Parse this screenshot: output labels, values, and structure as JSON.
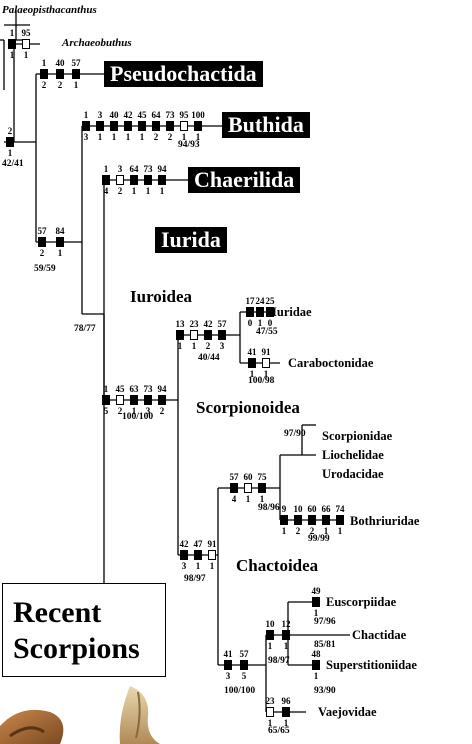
{
  "taxa": {
    "palaeopisthacanthus": "Palaeopisthacanthus",
    "archaeobuthus": "Archaeobuthus",
    "pseudochactida": "Pseudochactida",
    "buthida": "Buthida",
    "chaerilida": "Chaerilida",
    "iurida": "Iurida",
    "iuroidea": "Iuroidea",
    "iuridae": "Iuridae",
    "caraboctonidae": "Caraboctonidae",
    "scorpionoidea": "Scorpionoidea",
    "scorpionidae": "Scorpionidae",
    "liochelidae": "Liochelidae",
    "urodacidae": "Urodacidae",
    "bothriuridae": "Bothriuridae",
    "chactoidea": "Chactoidea",
    "euscorpiidae": "Euscorpiidae",
    "chactidae": "Chactidae",
    "superstitioniidae": "Superstitioniidae",
    "vaejovidae": "Vaejovidae"
  },
  "title": {
    "line1": "Recent",
    "line2": "Scorpions"
  },
  "support_values": [
    {
      "id": "s-42-41",
      "text": "42/41"
    },
    {
      "id": "s-94-93",
      "text": "94/93"
    },
    {
      "id": "s-59-59",
      "text": "59/59"
    },
    {
      "id": "s-78-77",
      "text": "78/77"
    },
    {
      "id": "s-47-55",
      "text": "47/55"
    },
    {
      "id": "s-40-44",
      "text": "40/44"
    },
    {
      "id": "s-100-98",
      "text": "100/98"
    },
    {
      "id": "s-100-100a",
      "text": "100/100"
    },
    {
      "id": "s-97-90",
      "text": "97/90"
    },
    {
      "id": "s-98-96",
      "text": "98/96"
    },
    {
      "id": "s-99-99",
      "text": "99/99"
    },
    {
      "id": "s-98-97a",
      "text": "98/97"
    },
    {
      "id": "s-97-96",
      "text": "97/96"
    },
    {
      "id": "s-85-81",
      "text": "85/81"
    },
    {
      "id": "s-98-97b",
      "text": "98/97"
    },
    {
      "id": "s-93-90",
      "text": "93/90"
    },
    {
      "id": "s-100-100b",
      "text": "100/100"
    },
    {
      "id": "s-65-65",
      "text": "65/65"
    }
  ],
  "character_groups": [
    {
      "id": "archaeobuthus",
      "chars": [
        "1",
        "95"
      ],
      "states": [
        "1",
        "1"
      ],
      "filled": [
        true,
        false
      ]
    },
    {
      "id": "pseudochactida",
      "chars": [
        "1",
        "40",
        "57"
      ],
      "states": [
        "2",
        "2",
        "1"
      ],
      "filled": [
        true,
        true,
        true
      ]
    },
    {
      "id": "node-2",
      "chars": [
        "2"
      ],
      "states": [
        "1"
      ],
      "filled": [
        true
      ]
    },
    {
      "id": "buthida",
      "chars": [
        "1",
        "3",
        "40",
        "42",
        "45",
        "64",
        "73",
        "95",
        "100"
      ],
      "states": [
        "3",
        "1",
        "1",
        "1",
        "1",
        "2",
        "2",
        "1",
        "1"
      ],
      "filled": [
        true,
        true,
        true,
        true,
        true,
        true,
        true,
        false,
        true
      ]
    },
    {
      "id": "chaerilida",
      "chars": [
        "1",
        "3",
        "64",
        "73",
        "94"
      ],
      "states": [
        "4",
        "2",
        "1",
        "1",
        "1"
      ],
      "filled": [
        true,
        false,
        true,
        true,
        true
      ]
    },
    {
      "id": "node-57-84",
      "chars": [
        "57",
        "84"
      ],
      "states": [
        "2",
        "1"
      ],
      "filled": [
        true,
        true
      ]
    },
    {
      "id": "iuridae",
      "chars": [
        "17",
        "24",
        "25"
      ],
      "states": [
        "0",
        "1",
        "0"
      ],
      "filled": [
        true,
        true,
        true
      ]
    },
    {
      "id": "node-13",
      "chars": [
        "13",
        "23",
        "42",
        "57"
      ],
      "states": [
        "1",
        "1",
        "2",
        "3"
      ],
      "filled": [
        true,
        false,
        true,
        true
      ]
    },
    {
      "id": "caraboctonidae",
      "chars": [
        "41",
        "91"
      ],
      "states": [
        "1",
        "1"
      ],
      "filled": [
        true,
        false
      ]
    },
    {
      "id": "iuroidea",
      "chars": [
        "1",
        "45",
        "63",
        "73",
        "94"
      ],
      "states": [
        "5",
        "2",
        "1",
        "3",
        "2"
      ],
      "filled": [
        true,
        false,
        true,
        true,
        true
      ]
    },
    {
      "id": "scorpionoidea",
      "chars": [
        "57",
        "60",
        "75"
      ],
      "states": [
        "4",
        "1",
        "1"
      ],
      "filled": [
        true,
        false,
        true
      ]
    },
    {
      "id": "bothriuridae",
      "chars": [
        "9",
        "10",
        "60",
        "66",
        "74"
      ],
      "states": [
        "1",
        "2",
        "2",
        "1",
        "1"
      ],
      "filled": [
        true,
        true,
        true,
        true,
        true
      ]
    },
    {
      "id": "node-42-47-91",
      "chars": [
        "42",
        "47",
        "91"
      ],
      "states": [
        "3",
        "1",
        "1"
      ],
      "filled": [
        true,
        true,
        false
      ]
    },
    {
      "id": "euscorpiidae",
      "chars": [
        "49"
      ],
      "states": [
        "1"
      ],
      "filled": [
        true
      ]
    },
    {
      "id": "node-10-12",
      "chars": [
        "10",
        "12"
      ],
      "states": [
        "1",
        "1"
      ],
      "filled": [
        true,
        true
      ]
    },
    {
      "id": "superstitioniidae",
      "chars": [
        "48"
      ],
      "states": [
        "1"
      ],
      "filled": [
        true
      ]
    },
    {
      "id": "chactoidea",
      "chars": [
        "41",
        "57"
      ],
      "states": [
        "3",
        "5"
      ],
      "filled": [
        true,
        true
      ]
    },
    {
      "id": "vaejovidae",
      "chars": [
        "23",
        "96"
      ],
      "states": [
        "1",
        "1"
      ],
      "filled": [
        false,
        true
      ]
    }
  ]
}
